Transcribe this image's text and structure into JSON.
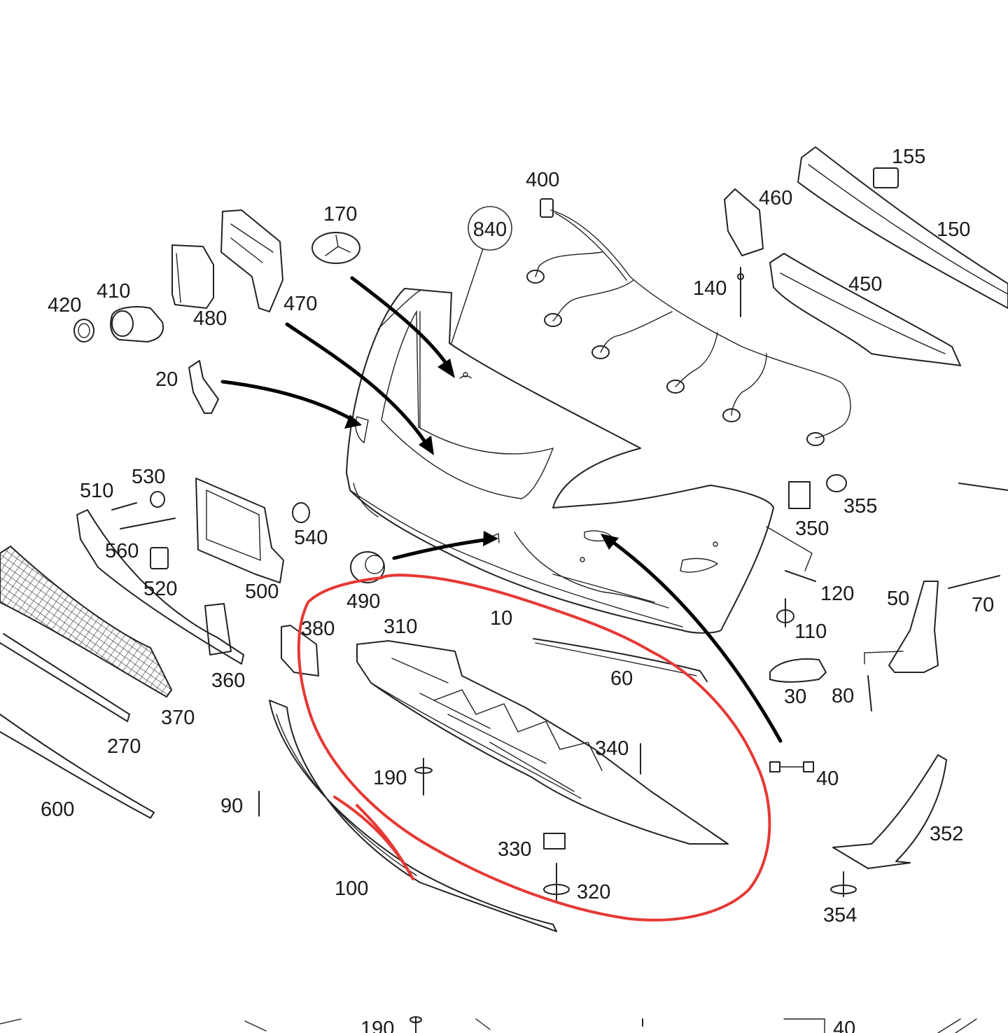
{
  "diagram": {
    "highlight_color": "#e53935",
    "ink_color": "#1a1a1a",
    "callout_circle": "840",
    "labels": {
      "p10": "10",
      "p20": "20",
      "p30": "30",
      "p40": "40",
      "p50": "50",
      "p60": "60",
      "p70": "70",
      "p80": "80",
      "p90": "90",
      "p100": "100",
      "p110": "110",
      "p120": "120",
      "p140": "140",
      "p150": "150",
      "p155": "155",
      "p170": "170",
      "p190": "190",
      "p270": "270",
      "p310": "310",
      "p320": "320",
      "p330": "330",
      "p340": "340",
      "p350": "350",
      "p352": "352",
      "p354": "354",
      "p355": "355",
      "p360": "360",
      "p370": "370",
      "p380": "380",
      "p400": "400",
      "p410": "410",
      "p420": "420",
      "p450": "450",
      "p460": "460",
      "p470": "470",
      "p480": "480",
      "p490": "490",
      "p500": "500",
      "p510": "510",
      "p520": "520",
      "p530": "530",
      "p540": "540",
      "p560": "560",
      "p600": "600"
    },
    "next_page_strip": {
      "left_label": "190",
      "right_label": "40"
    }
  }
}
